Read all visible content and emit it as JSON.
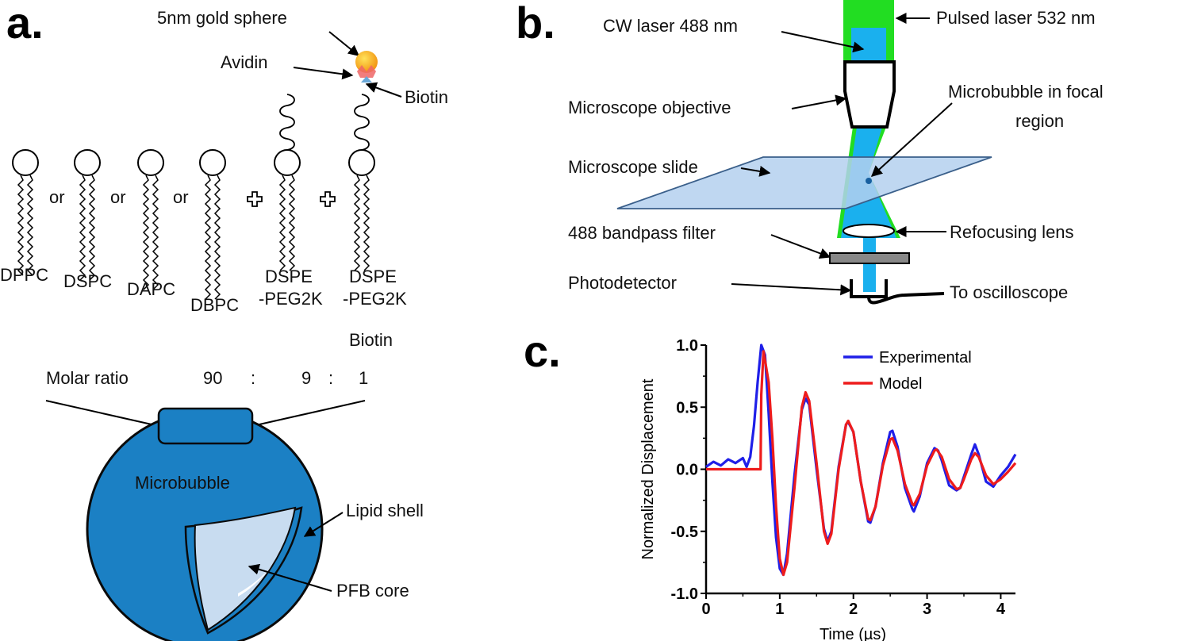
{
  "panels": {
    "a": "a.",
    "b": "b.",
    "c": "c."
  },
  "panel_a": {
    "gold_sphere": "5nm gold sphere",
    "avidin": "Avidin",
    "biotin": "Biotin",
    "or": "or",
    "lipids": [
      "DPPC",
      "DSPC",
      "DAPC",
      "DBPC"
    ],
    "dspe_peg_line1": "DSPE",
    "dspe_peg_line2": "-PEG2K",
    "dspe_biotin_line1": "DSPE",
    "dspe_biotin_line2": "-PEG2K",
    "dspe_biotin_line3": "Biotin",
    "molar_ratio_label": "Molar ratio",
    "ratio_values": [
      "90",
      "9",
      "1"
    ],
    "ratio_sep": ":",
    "microbubble": "Microbubble",
    "lipid_shell": "Lipid shell",
    "pfb_core": "PFB core",
    "colors": {
      "bubble": "#1b80c4",
      "core": "#c8dcf0",
      "gold": "#f5a623"
    }
  },
  "panel_b": {
    "cw_laser": "CW laser 488 nm",
    "pulsed_laser": "Pulsed laser 532 nm",
    "objective": "Microscope objective",
    "microbubble_focal_1": "Microbubble in focal",
    "microbubble_focal_2": "region",
    "slide": "Microscope slide",
    "filter": "488 bandpass filter",
    "refocus": "Refocusing lens",
    "photodetector": "Photodetector",
    "oscilloscope": "To oscilloscope",
    "colors": {
      "green": "#22dd22",
      "blue": "#1ab0ee",
      "slide": "#b4d0ee"
    }
  },
  "chart_data": {
    "type": "line",
    "xlabel": "Time (µs)",
    "ylabel": "Normalized Displacement",
    "xlim": [
      0,
      4.2
    ],
    "ylim": [
      -1.0,
      1.0
    ],
    "xticks": [
      "0",
      "1",
      "2",
      "3",
      "4"
    ],
    "yticks": [
      "1.0",
      "0.5",
      "0.0",
      "-0.5",
      "-1.0"
    ],
    "legend_position": "top-right",
    "series": [
      {
        "name": "Experimental",
        "color": "#1f1fe8",
        "x": [
          0,
          0.1,
          0.2,
          0.3,
          0.4,
          0.5,
          0.55,
          0.6,
          0.65,
          0.7,
          0.75,
          0.8,
          0.85,
          0.9,
          0.95,
          1.0,
          1.05,
          1.1,
          1.2,
          1.3,
          1.35,
          1.4,
          1.5,
          1.6,
          1.65,
          1.7,
          1.8,
          1.9,
          1.93,
          2.0,
          2.1,
          2.2,
          2.23,
          2.3,
          2.4,
          2.5,
          2.53,
          2.6,
          2.7,
          2.8,
          2.82,
          2.9,
          3.0,
          3.1,
          3.15,
          3.2,
          3.3,
          3.4,
          3.45,
          3.5,
          3.6,
          3.65,
          3.7,
          3.8,
          3.9,
          4.0,
          4.1,
          4.2
        ],
        "y": [
          0.02,
          0.06,
          0.03,
          0.08,
          0.05,
          0.09,
          0.02,
          0.1,
          0.35,
          0.7,
          1.0,
          0.92,
          0.45,
          -0.1,
          -0.55,
          -0.8,
          -0.85,
          -0.68,
          -0.05,
          0.48,
          0.57,
          0.52,
          0.0,
          -0.48,
          -0.58,
          -0.5,
          0.02,
          0.36,
          0.38,
          0.3,
          -0.1,
          -0.42,
          -0.43,
          -0.3,
          0.05,
          0.3,
          0.31,
          0.18,
          -0.15,
          -0.32,
          -0.34,
          -0.22,
          0.05,
          0.17,
          0.15,
          0.07,
          -0.13,
          -0.17,
          -0.15,
          -0.06,
          0.12,
          0.2,
          0.12,
          -0.1,
          -0.14,
          -0.05,
          0.02,
          0.12
        ]
      },
      {
        "name": "Model",
        "color": "#ee1c1c",
        "x": [
          0,
          0.3,
          0.6,
          0.74,
          0.75,
          0.78,
          0.85,
          0.9,
          0.95,
          1.0,
          1.05,
          1.1,
          1.2,
          1.3,
          1.35,
          1.4,
          1.5,
          1.6,
          1.65,
          1.7,
          1.8,
          1.9,
          1.93,
          2.0,
          2.1,
          2.2,
          2.23,
          2.3,
          2.4,
          2.5,
          2.53,
          2.6,
          2.7,
          2.8,
          2.82,
          2.9,
          3.0,
          3.1,
          3.13,
          3.2,
          3.3,
          3.4,
          3.45,
          3.5,
          3.6,
          3.65,
          3.7,
          3.8,
          3.9,
          4.0,
          4.1,
          4.2
        ],
        "y": [
          0.0,
          0.0,
          0.0,
          0.0,
          0.6,
          0.95,
          0.7,
          0.25,
          -0.3,
          -0.72,
          -0.85,
          -0.75,
          -0.15,
          0.5,
          0.62,
          0.55,
          0.05,
          -0.5,
          -0.6,
          -0.52,
          0.0,
          0.36,
          0.39,
          0.3,
          -0.1,
          -0.4,
          -0.41,
          -0.3,
          0.03,
          0.24,
          0.25,
          0.15,
          -0.12,
          -0.28,
          -0.29,
          -0.2,
          0.03,
          0.15,
          0.16,
          0.1,
          -0.08,
          -0.16,
          -0.15,
          -0.08,
          0.08,
          0.13,
          0.1,
          -0.05,
          -0.12,
          -0.08,
          -0.02,
          0.05
        ]
      }
    ]
  }
}
